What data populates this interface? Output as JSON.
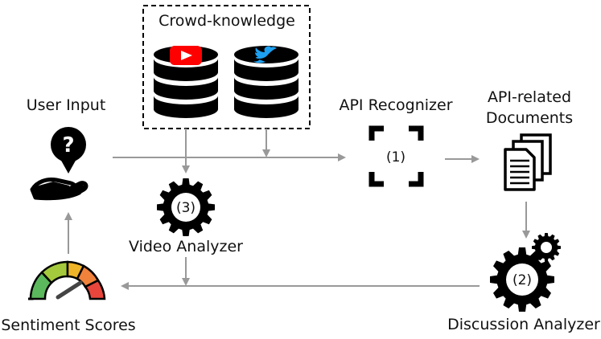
{
  "labels": {
    "crowd": "Crowd-knowledge",
    "user_input": "User Input",
    "api_recognizer": "API Recognizer",
    "api_docs_line1": "API-related",
    "api_docs_line2": "Documents",
    "video_analyzer": "Video Analyzer",
    "sentiment_scores": "Sentiment Scores",
    "discussion_analyzer": "Discussion Analyzer"
  },
  "steps": {
    "api_recognizer": "(1)",
    "discussion_analyzer": "(2)",
    "video_analyzer": "(3)"
  },
  "icons": {
    "user_input": "question-hand-icon",
    "crowd_sources": [
      "youtube-icon",
      "twitter-icon"
    ],
    "api_recognizer": "scan-frame-icon",
    "documents": "documents-icon",
    "gear": "gear-icon",
    "gauge": "gauge-icon"
  },
  "colors": {
    "arrow": "#999999",
    "youtube": "#ff0000",
    "twitter": "#1da1f2",
    "gauge": [
      "#5cb85c",
      "#a4c93d",
      "#f0b429",
      "#f0823c",
      "#e8463c"
    ]
  }
}
